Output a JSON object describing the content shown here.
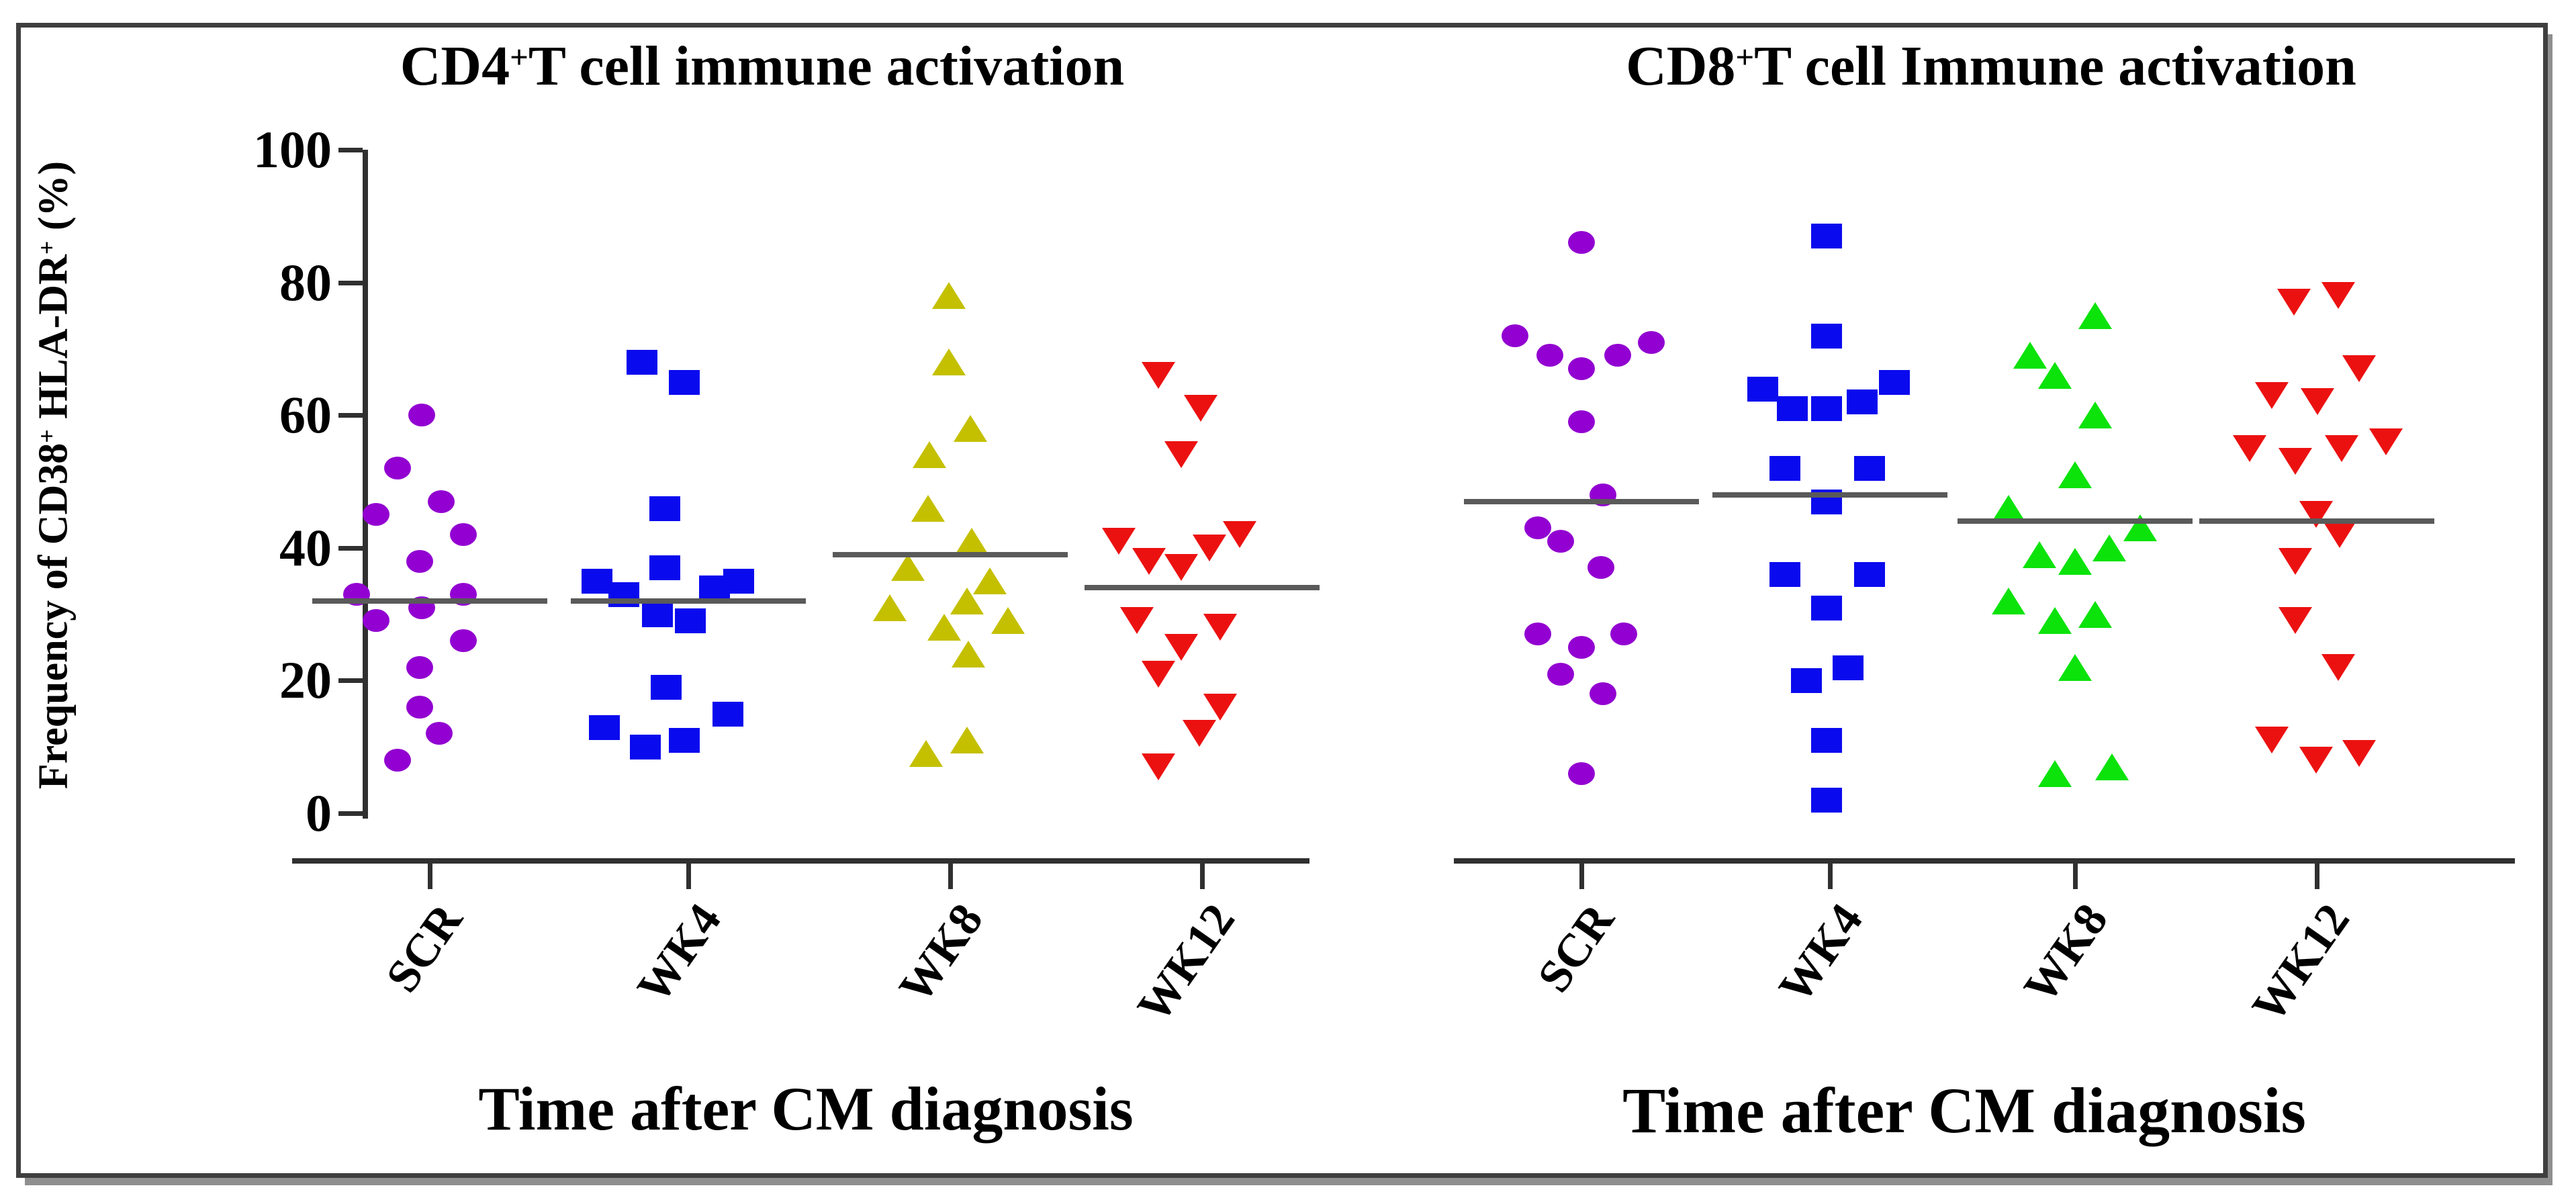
{
  "chart_data": [
    {
      "type": "scatter",
      "title": "CD4+T cell immune activation",
      "title_parts": [
        {
          "t": "CD4"
        },
        {
          "t": "+",
          "sup": true
        },
        {
          "t": "T cell immune activation"
        }
      ],
      "xlabel": "Time after CM diagnosis",
      "ylabel": "Frequency of CD38+ HLA-DR+ (%)",
      "ylabel_parts": [
        {
          "t": "Frequency of CD38"
        },
        {
          "t": "+",
          "sup": true
        },
        {
          "t": " HLA-DR"
        },
        {
          "t": "+",
          "sup": true
        },
        {
          "t": " (%)"
        }
      ],
      "ylim": [
        0,
        100
      ],
      "yticks": [
        0,
        20,
        40,
        60,
        80,
        100
      ],
      "grid": false,
      "legend": "none",
      "categories": [
        "SCR",
        "WK4",
        "WK8",
        "WK12"
      ],
      "series": [
        {
          "name": "SCR",
          "marker": "circle",
          "color": "#9201D1",
          "median": 32,
          "values": [
            60,
            52,
            47,
            45,
            42,
            38,
            33,
            33,
            31,
            29,
            26,
            22,
            16,
            12,
            8
          ],
          "jitter": [
            -12,
            -48,
            17,
            -80,
            50,
            -15,
            -109,
            50,
            -12,
            -80,
            50,
            -15,
            -15,
            14,
            -48
          ]
        },
        {
          "name": "WK4",
          "marker": "square",
          "color": "#0A0AEE",
          "median": 32,
          "values": [
            68,
            65,
            46,
            37,
            35,
            35,
            34,
            33,
            30,
            29,
            19,
            15,
            13,
            11,
            10
          ],
          "jitter": [
            -69,
            -6,
            -35,
            -35,
            -136,
            75,
            39,
            -96,
            -46,
            3,
            -33,
            59,
            -125,
            -6,
            -64
          ]
        },
        {
          "name": "WK8",
          "marker": "triangle-up",
          "color": "#C4C000",
          "median": 39,
          "values": [
            78,
            68,
            58,
            54,
            46,
            41,
            37,
            35,
            32,
            31,
            29,
            28,
            24,
            11,
            9
          ],
          "jitter": [
            -2,
            -2,
            30,
            -31,
            -33,
            32,
            -63,
            59,
            25,
            -90,
            86,
            -9,
            27,
            25,
            -36
          ]
        },
        {
          "name": "WK12",
          "marker": "triangle-down",
          "color": "#EC1111",
          "median": 34,
          "values": [
            66,
            61,
            54,
            42,
            41,
            40,
            38,
            37,
            29,
            28,
            25,
            21,
            16,
            12,
            7
          ],
          "jitter": [
            -65,
            -2,
            -31,
            56,
            -124,
            11,
            -79,
            -31,
            -97,
            27,
            -31,
            -65,
            27,
            -4,
            -65
          ]
        }
      ]
    },
    {
      "type": "scatter",
      "title": "CD8+T cell Immune activation",
      "title_parts": [
        {
          "t": "CD8"
        },
        {
          "t": "+",
          "sup": true
        },
        {
          "t": "T cell Immune activation"
        }
      ],
      "xlabel": "Time after CM diagnosis",
      "ylim": [
        0,
        100
      ],
      "yticks": [
        0,
        20,
        40,
        60,
        80,
        100
      ],
      "grid": false,
      "legend": "none",
      "categories": [
        "SCR",
        "WK4",
        "WK8",
        "WK12"
      ],
      "series": [
        {
          "name": "SCR",
          "marker": "circle",
          "color": "#9201D1",
          "median": 47,
          "values": [
            86,
            72,
            71,
            69,
            69,
            67,
            59,
            48,
            43,
            41,
            37,
            27,
            27,
            25,
            21,
            18,
            6
          ],
          "jitter": [
            0,
            -99,
            104,
            -47,
            54,
            0,
            0,
            32,
            -65,
            -31,
            29,
            -65,
            63,
            0,
            -31,
            32,
            0
          ]
        },
        {
          "name": "WK4",
          "marker": "square",
          "color": "#0A0AEE",
          "median": 48,
          "values": [
            87,
            72,
            65,
            64,
            62,
            61,
            61,
            52,
            52,
            47,
            36,
            36,
            31,
            22,
            20,
            11,
            2
          ],
          "jitter": [
            -5,
            -5,
            96,
            -100,
            48,
            -56,
            -5,
            -67,
            59,
            -5,
            -67,
            59,
            -5,
            27,
            -35,
            -5,
            -5
          ]
        },
        {
          "name": "WK8",
          "marker": "triangle-up",
          "color": "#0BE30B",
          "median": 44,
          "values": [
            75,
            69,
            66,
            60,
            51,
            46,
            43,
            40,
            39,
            38,
            32,
            30,
            29,
            22,
            7,
            6
          ],
          "jitter": [
            30,
            -67,
            -30,
            30,
            0,
            -99,
            97,
            51,
            -53,
            0,
            -99,
            30,
            -30,
            0,
            55,
            -30
          ]
        },
        {
          "name": "WK12",
          "marker": "triangle-down",
          "color": "#EC1111",
          "median": 44,
          "values": [
            78,
            77,
            67,
            63,
            62,
            56,
            55,
            55,
            53,
            45,
            42,
            38,
            29,
            22,
            11,
            9,
            8
          ],
          "jitter": [
            32,
            -34,
            63,
            -67,
            1,
            103,
            -100,
            37,
            -32,
            -1,
            34,
            -32,
            -32,
            32,
            -67,
            63,
            -1
          ]
        }
      ]
    }
  ],
  "layout_hints": {
    "y_top": 223,
    "y_bottom": 1211,
    "yaxis_x": 540,
    "axis_y": 1278,
    "axis_thickness": 8,
    "median_halfwidth": 175,
    "panels": [
      {
        "ticks": [
          640,
          1025,
          1415,
          1790
        ],
        "axis": [
          435,
          1950
        ]
      },
      {
        "ticks": [
          2355,
          2725,
          3090,
          3450
        ],
        "axis": [
          2165,
          3745
        ]
      }
    ]
  },
  "colors": {
    "purple": "#9201D1",
    "blue": "#0A0AEE",
    "yellow": "#C4C000",
    "green": "#0BE30B",
    "red": "#EC1111",
    "median_line": "#5a5a5a",
    "axis": "#303030"
  }
}
